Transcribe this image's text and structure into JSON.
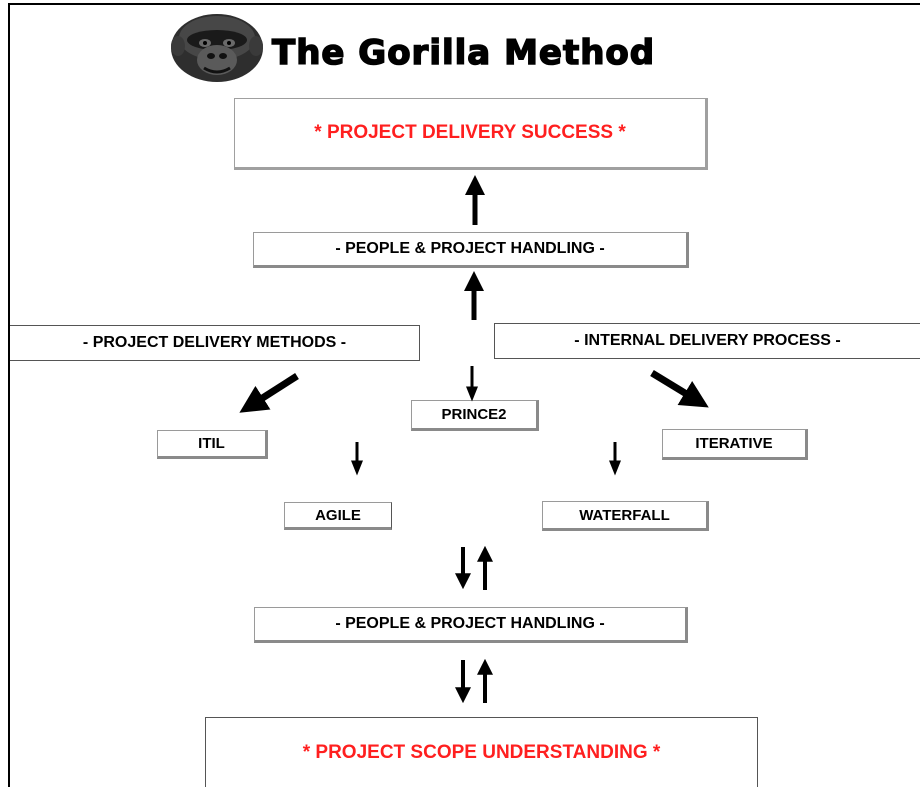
{
  "header": {
    "title": "The Gorilla Method",
    "logo_icon": "gorilla-face-icon"
  },
  "boxes": {
    "success": "* PROJECT DELIVERY SUCCESS *",
    "handling_top": "- PEOPLE & PROJECT HANDLING -",
    "methods": "- PROJECT DELIVERY METHODS -",
    "internal": "- INTERNAL DELIVERY PROCESS -",
    "prince2": "PRINCE2",
    "itil": "ITIL",
    "iterative": "ITERATIVE",
    "agile": "AGILE",
    "waterfall": "WATERFALL",
    "handling_bottom": "- PEOPLE & PROJECT HANDLING -",
    "scope": "* PROJECT SCOPE UNDERSTANDING *"
  },
  "colors": {
    "highlight_text": "#ff1f1f",
    "line": "#000000"
  }
}
